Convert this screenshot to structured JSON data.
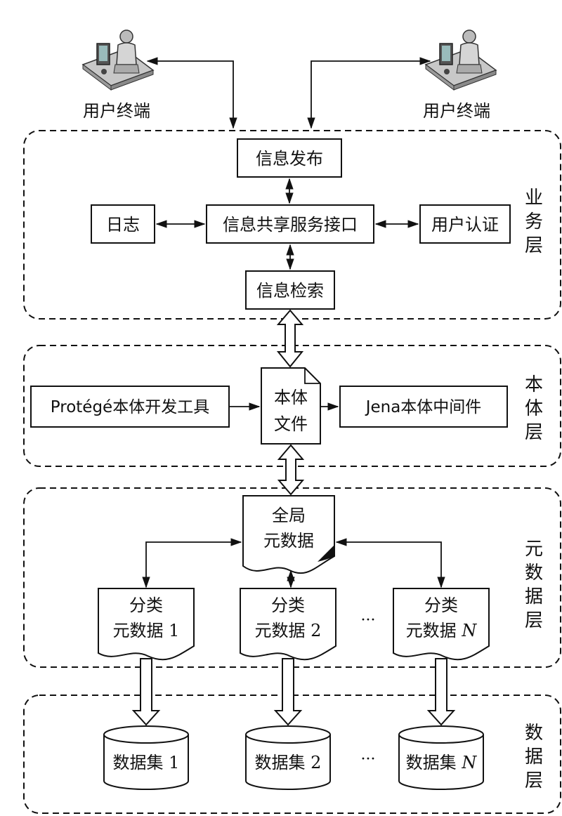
{
  "terminals": {
    "left_label": "用户终端",
    "right_label": "用户终端"
  },
  "business_layer": {
    "label_chars": [
      "业",
      "务",
      "层"
    ],
    "publish": "信息发布",
    "log": "日志",
    "interface": "信息共享服务接口",
    "auth": "用户认证",
    "search": "信息检索"
  },
  "ontology_layer": {
    "label_chars": [
      "本",
      "体",
      "层"
    ],
    "protege": "Protégé本体开发工具",
    "file_line1": "本体",
    "file_line2": "文件",
    "jena": "Jena本体中间件"
  },
  "metadata_layer": {
    "label_chars": [
      "元",
      "数",
      "据",
      "层"
    ],
    "global_line1": "全局",
    "global_line2": "元数据",
    "cat_line1": "分类",
    "cat1_line2": "元数据 1",
    "cat2_line2": "元数据 2",
    "catN_line2_prefix": "元数据 ",
    "catN_suffix": "N",
    "ellipsis": "···"
  },
  "data_layer": {
    "label_chars": [
      "数",
      "据",
      "层"
    ],
    "ds1": "数据集 1",
    "ds2": "数据集 2",
    "dsN_prefix": "数据集 ",
    "dsN_suffix": "N",
    "ellipsis": "···"
  }
}
